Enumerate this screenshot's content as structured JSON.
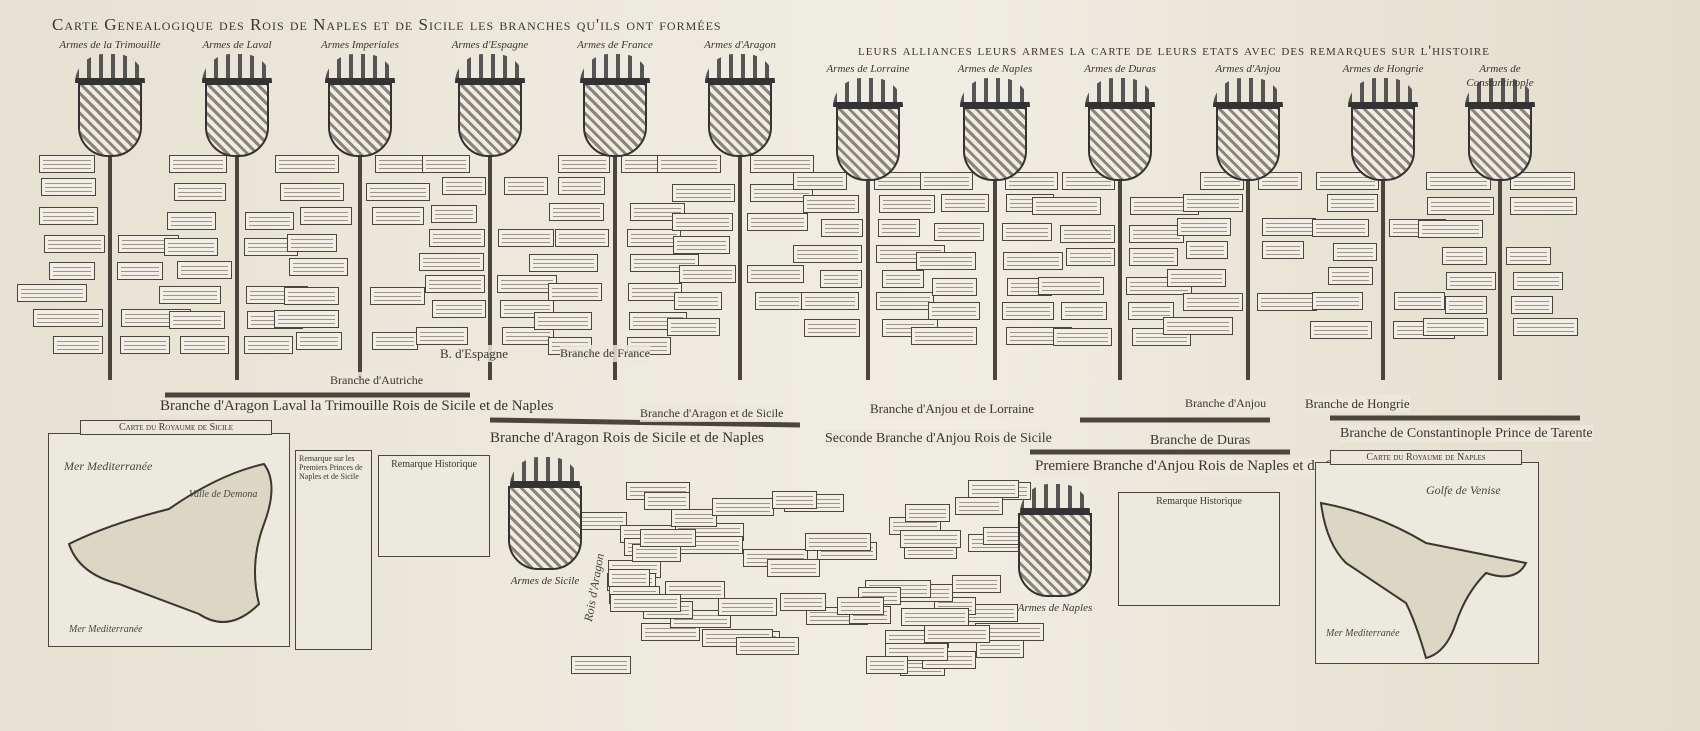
{
  "title": {
    "line1": "Carte Genealogique des Rois de Naples et de Sicile les branches qu'ils ont formées",
    "line2": "leurs alliances leurs armes la carte de leurs etats avec des remarques sur l'histoire"
  },
  "arms": [
    "Armes de la Trimouille",
    "Armes de Laval",
    "Armes Imperiales",
    "Armes d'Espagne",
    "Armes de France",
    "Armes d'Aragon",
    "Armes de Lorraine",
    "Armes de Naples",
    "Armes de Duras",
    "Armes d'Anjou",
    "Armes de Hongrie",
    "Armes de Constantinople"
  ],
  "branches": {
    "aragon_laval": "Branche d'Aragon Laval la Trimouille Rois de Sicile et de Naples",
    "autriche": "Branche d'Autriche",
    "espagne": "B. d'Espagne",
    "france": "Branche de France",
    "aragon_naples": "Branche d'Aragon Rois de Sicile et de Naples",
    "aragon_sicile": "Branche d'Aragon et de Sicile",
    "seconde_anjou": "Seconde Branche d'Anjou Rois de Sicile",
    "anjou_lorraine": "Branche d'Anjou et de Lorraine",
    "duras": "Branche de Duras",
    "premiere_anjou": "Premiere Branche d'Anjou Rois de Naples et de Sicile",
    "hongrie": "Branche de Hongrie",
    "constantinople": "Branche de Constantinople Prince de Tarente",
    "anjou": "Branche d'Anjou"
  },
  "maps": {
    "sicile": {
      "title": "Carte du Royaume de Sicile",
      "sea": "Mer Mediterranée",
      "region": "Valle de Demona"
    },
    "naples": {
      "title": "Carte du Royaume de Naples",
      "gulf": "Golfe de Venise",
      "sea": "Mer Mediterranée"
    }
  },
  "remarks": {
    "premiers_princes": "Remarque sur les Premiers Princes de Naples et de Sicile",
    "historique1": "Remarque Historique",
    "historique2": "Remarque Historique"
  },
  "center_arms": {
    "sicile": "Armes de Sicile",
    "naples": "Armes de Naples",
    "rois_aragon": "Rois d'Aragon"
  }
}
